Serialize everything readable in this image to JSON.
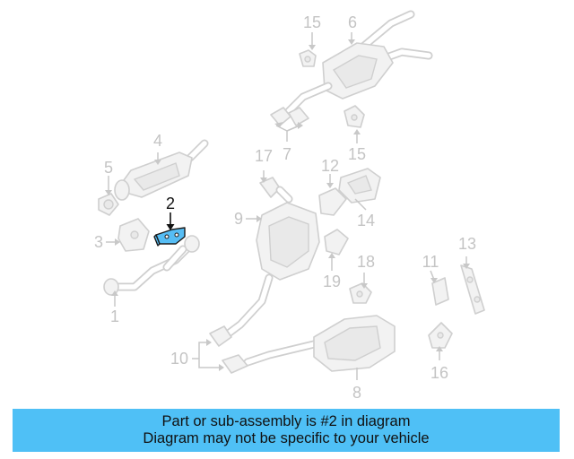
{
  "callouts": {
    "c1": "1",
    "c2": "2",
    "c3": "3",
    "c4": "4",
    "c5": "5",
    "c6": "6",
    "c7": "7",
    "c8": "8",
    "c9": "9",
    "c10": "10",
    "c11": "11",
    "c12": "12",
    "c13": "13",
    "c14": "14",
    "c15": "15",
    "c16": "16",
    "c17": "17",
    "c18": "18",
    "c19": "19"
  },
  "highlight": {
    "part_number": "2",
    "color": "#56bdf4"
  },
  "banner": {
    "line1": "Part or sub-assembly is #2 in diagram",
    "line2": "Diagram may not be specific to your vehicle",
    "background": "#4fc0f6"
  }
}
